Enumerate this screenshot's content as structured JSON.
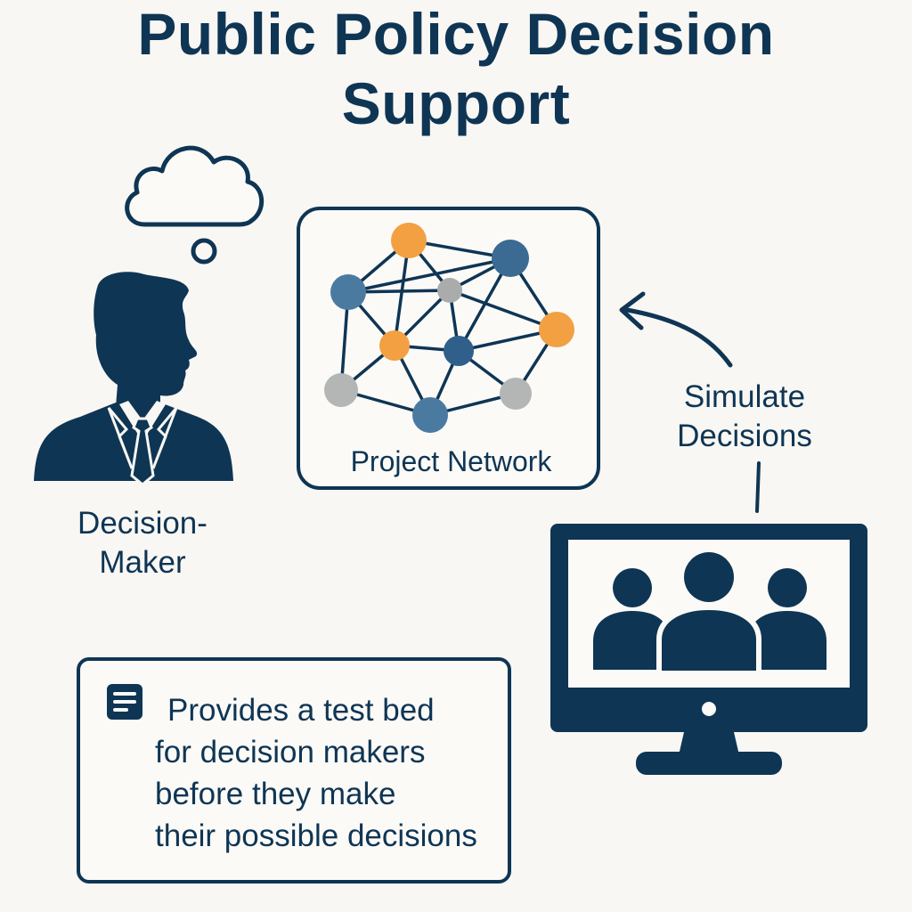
{
  "title": {
    "line1": "Public Policy Decision",
    "line2": "Support"
  },
  "decision_maker": {
    "label_line1": "Decision-",
    "label_line2": "Maker"
  },
  "network": {
    "label": "Project Network"
  },
  "simulate": {
    "label_line1": "Simulate",
    "label_line2": "Decisions"
  },
  "note": {
    "lines": [
      "Provides a test bed",
      "for decision makers",
      "before they make",
      "their possible decisions"
    ]
  },
  "colors": {
    "navy": "#0f3554",
    "blue_node": "#3b6a93",
    "orange_node": "#f2a042",
    "gray_node": "#b3b6b5",
    "background": "#f9f7f3"
  },
  "icons": [
    "thought-cloud-icon",
    "person-silhouette-icon",
    "network-graph-icon",
    "arrow-icon",
    "monitor-icon",
    "people-group-icon",
    "document-icon"
  ]
}
